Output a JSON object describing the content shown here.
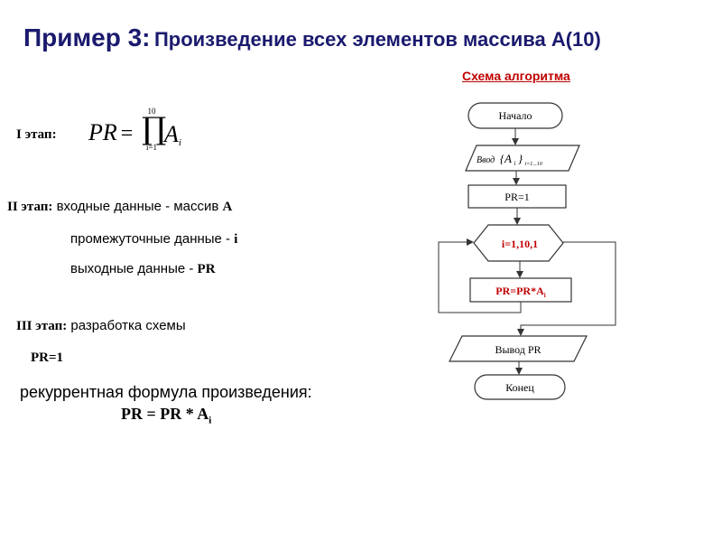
{
  "title": {
    "lead": "Пример 3:",
    "rest": "Произведение всех элементов массива A(10)"
  },
  "scheme_title": "Схема алгоритма",
  "stage1": {
    "label": "I этап:",
    "formula_lhs": "PR",
    "formula_eq": "=",
    "formula_op": "∏",
    "upper": "10",
    "lower": "i=1",
    "term": "A",
    "term_sub": "i"
  },
  "stage2": {
    "label": "II этап:",
    "line1_text": " входные данные - массив ",
    "line1_bold": "A",
    "line2_text": "промежуточные данные - ",
    "line2_bold": "i",
    "line3_text": "выходные данные - ",
    "line3_bold": "PR"
  },
  "stage3": {
    "label": "III этап:",
    "text": " разработка схемы",
    "init": "PR=1",
    "recur_text": "рекуррентная формула произведения:",
    "recur_formula": "PR = PR * A",
    "recur_sub": "i"
  },
  "flowchart": {
    "start": "Начало",
    "input_main": "Ввод",
    "input_set": "{A",
    "input_sub": "i",
    "input_range": "}",
    "input_range_sub": "i=1...10",
    "init": "PR=1",
    "loop": "i=1,10,1",
    "body": "PR=PR*A",
    "body_sub": "i",
    "output": "Вывод PR",
    "end": "Конец",
    "colors": {
      "red": "#c00000",
      "line": "#333333"
    }
  }
}
